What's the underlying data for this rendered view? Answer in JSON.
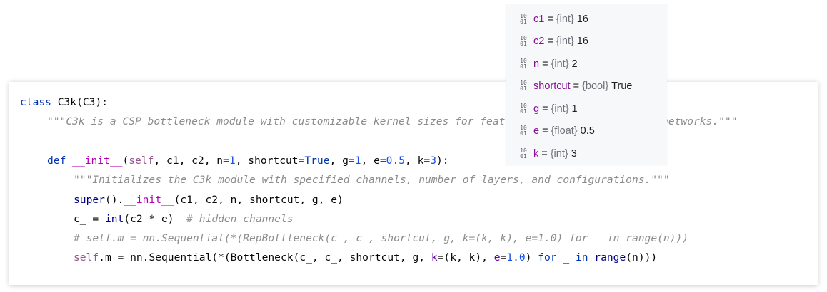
{
  "editor": {
    "class_kw": "class",
    "class_name": "C3k",
    "class_base": "C3",
    "class_doc": "\"\"\"C3k is a CSP bottleneck module with customizable kernel sizes for feature extraction in neural networks.\"\"\"",
    "def_kw": "def",
    "init_name": "__init__",
    "self_kw": "self",
    "init_params": {
      "c1": "c1",
      "c2": "c2",
      "n_name": "n",
      "n_default": "1",
      "shortcut_name": "shortcut",
      "shortcut_default": "True",
      "g_name": "g",
      "g_default": "1",
      "e_name": "e",
      "e_default": "0.5",
      "k_name": "k",
      "k_default": "3"
    },
    "init_doc": "\"\"\"Initializes the C3k module with specified channels, number of layers, and configurations.\"\"\"",
    "super_call": "super",
    "super_args": "(c1, c2, n, shortcut, g, e)",
    "c_line_lhs": "c_ = ",
    "int_fn": "int",
    "c_line_args": "(c2 * e)",
    "c_comment": "# hidden channels",
    "commented_line": "# self.m = nn.Sequential(*(RepBottleneck(c_, c_, shortcut, g, k=(k, k), e=1.0) for _ in range(n)))",
    "m_line": {
      "self": "self",
      "part1": ".m = nn.Sequential(*(Bottleneck(c_, c_, shortcut, g, ",
      "k": "k",
      "part2": "=(k, k), ",
      "e": "e",
      "eq": "=",
      "e_val": "1.0",
      "part3": ") ",
      "for_kw": "for",
      "part4": " _ ",
      "in_kw": "in",
      "range_fn": "range",
      "part5": "(n)))"
    }
  },
  "debugger_popup": {
    "icon_top": "10",
    "icon_bottom": "01",
    "variables": [
      {
        "name": "c1",
        "type": "{int}",
        "value": "16"
      },
      {
        "name": "c2",
        "type": "{int}",
        "value": "16"
      },
      {
        "name": "n",
        "type": "{int}",
        "value": "2"
      },
      {
        "name": "shortcut",
        "type": "{bool}",
        "value": "True"
      },
      {
        "name": "g",
        "type": "{int}",
        "value": "1"
      },
      {
        "name": "e",
        "type": "{float}",
        "value": "0.5"
      },
      {
        "name": "k",
        "type": "{int}",
        "value": "3"
      }
    ],
    "equals": "="
  },
  "colors": {
    "keyword": "#0033b3",
    "number": "#1750eb",
    "docstring": "#8c8c8c",
    "dunder": "#b200b2",
    "self": "#94558d",
    "param": "#660099",
    "var_name": "#871094"
  }
}
